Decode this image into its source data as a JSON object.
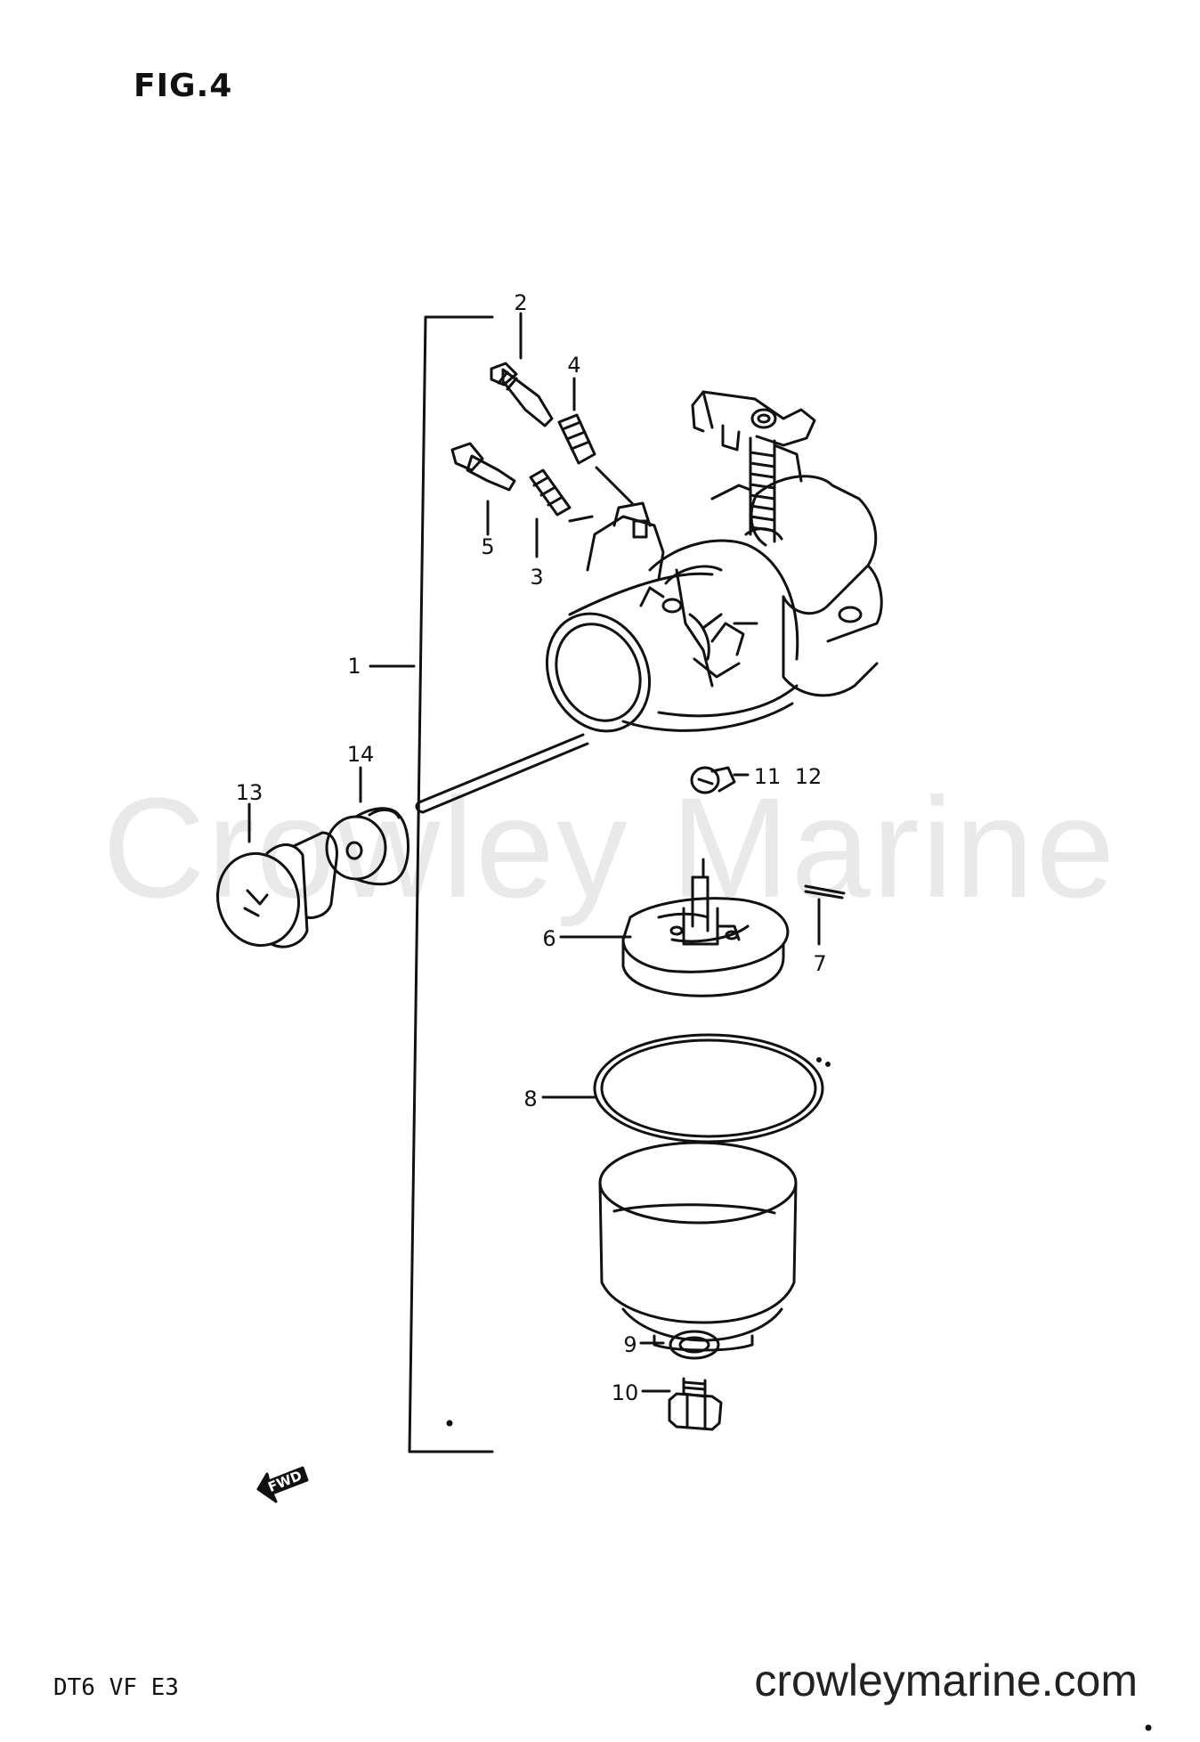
{
  "figure_title": "FIG.4",
  "watermark": "Crowley Marine",
  "model_code": "DT6  VF  E3",
  "website": "crowleymarine.com",
  "direction_arrow": "FWD",
  "callouts": [
    "1",
    "2",
    "3",
    "4",
    "5",
    "6",
    "7",
    "8",
    "9",
    "10",
    "11",
    "12",
    "13",
    "14"
  ]
}
